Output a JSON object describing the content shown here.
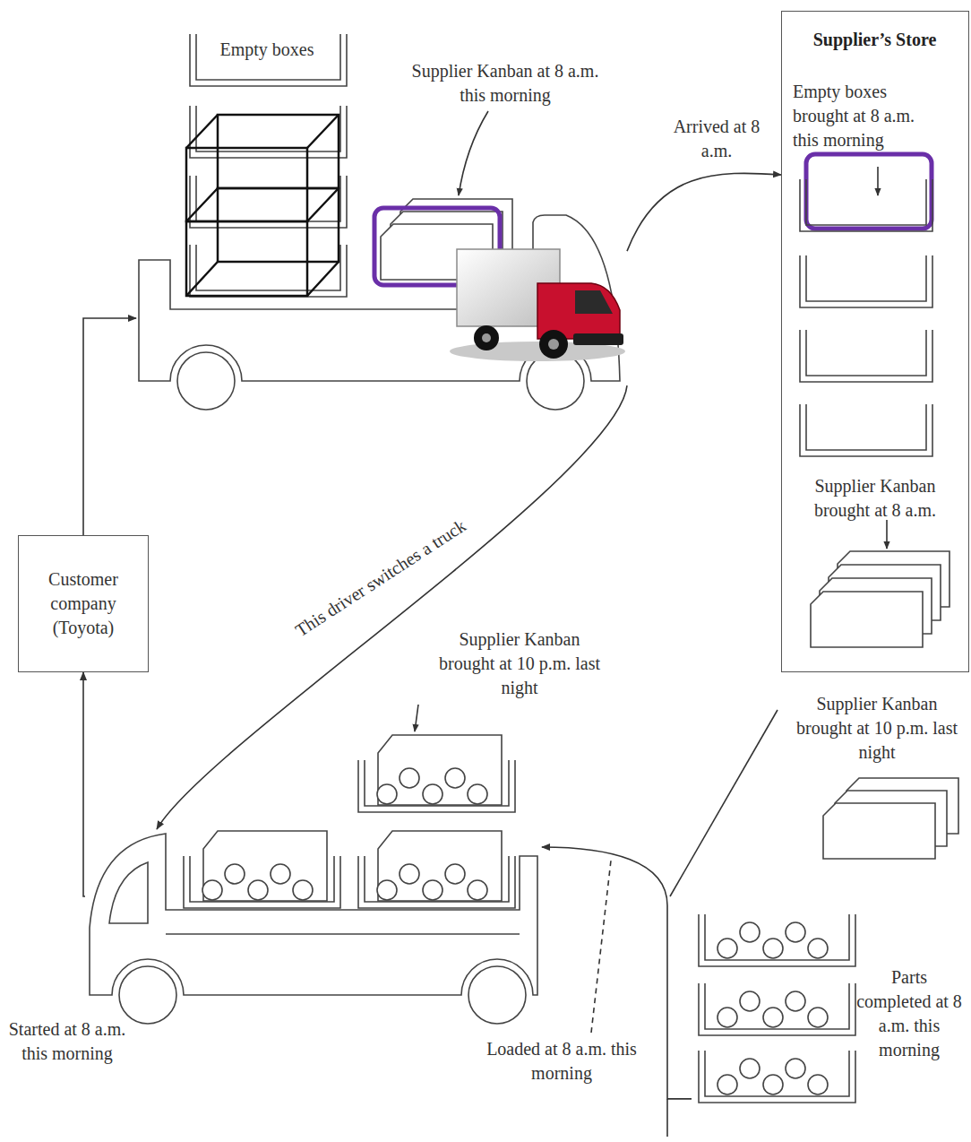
{
  "diagram": {
    "nodes": [
      {
        "text": [
          "Empty boxes"
        ]
      },
      {
        "text": [
          "Supplier’s Store",
          "Empty boxes brought at 8 a.m. this morning",
          "Supplier Kanban brought at 8 a.m."
        ]
      },
      {
        "text": [
          "Customer company (Toyota)"
        ]
      },
      {
        "text": [
          "Started at 8 a.m. this morning"
        ]
      },
      {
        "text": [
          "Parts completed at 8 a.m. this morning"
        ]
      }
    ],
    "edges": [
      {
        "from": 2,
        "to": 0,
        "arrow": "to"
      },
      {
        "from": 0,
        "to": 1,
        "label": "Arrived at 8 a.m.",
        "arrow": "to"
      },
      {
        "from": 0,
        "to": 3,
        "label": "This driver switches a truck",
        "arrow": "to"
      },
      {
        "from": 3,
        "to": 2,
        "arrow": "to"
      },
      {
        "from": 4,
        "to": 3,
        "label": "Loaded at 8 a.m. this morning",
        "arrow": "to"
      }
    ],
    "labels": [
      "Supplier Kanban at 8 a.m. this morning",
      "Supplier Kanban brought at 10 p.m. last night",
      "Supplier Kanban brought at 10 p.m. last night"
    ]
  }
}
